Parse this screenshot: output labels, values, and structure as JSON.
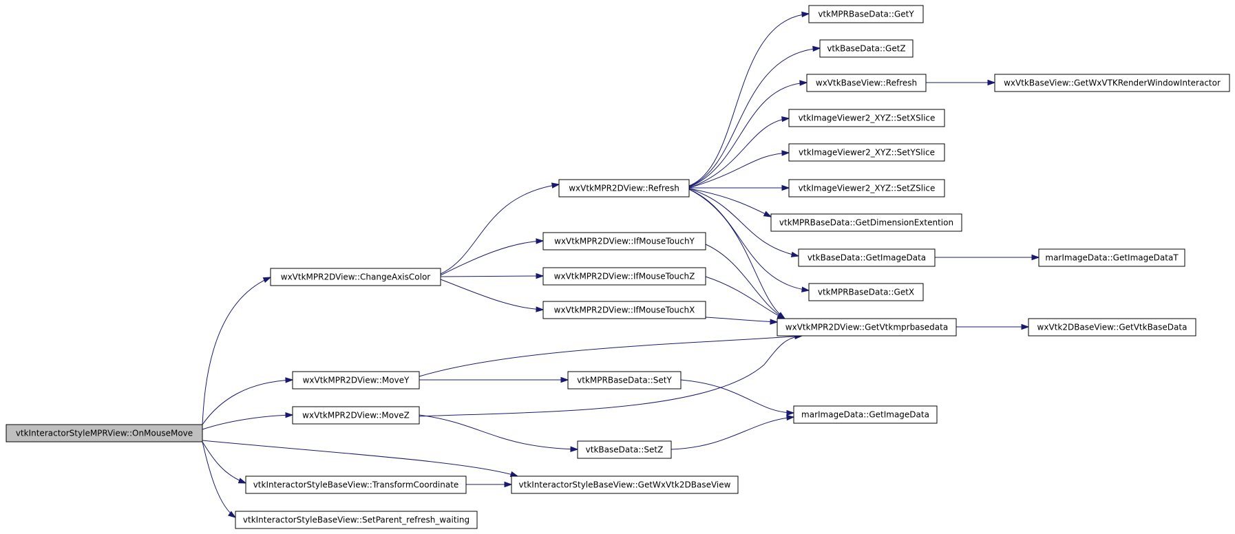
{
  "graph": {
    "colors": {
      "edge": "#191970",
      "root_fill": "#bfbfbf",
      "node_fill": "#ffffff",
      "node_stroke": "#000000"
    },
    "nodes": [
      {
        "id": "n0",
        "label": "vtkInteractorStyleMPRView::OnMouseMove",
        "root": true
      },
      {
        "id": "n1",
        "label": "wxVtkMPR2DView::ChangeAxisColor"
      },
      {
        "id": "n2",
        "label": "wxVtkMPR2DView::MoveY"
      },
      {
        "id": "n3",
        "label": "wxVtkMPR2DView::MoveZ"
      },
      {
        "id": "n4",
        "label": "vtkInteractorStyleBaseView::TransformCoordinate"
      },
      {
        "id": "n5",
        "label": "vtkInteractorStyleBaseView::SetParent_refresh_waiting"
      },
      {
        "id": "n6",
        "label": "wxVtkMPR2DView::Refresh"
      },
      {
        "id": "n7",
        "label": "wxVtkMPR2DView::IfMouseTouchY"
      },
      {
        "id": "n8",
        "label": "wxVtkMPR2DView::IfMouseTouchZ"
      },
      {
        "id": "n9",
        "label": "wxVtkMPR2DView::IfMouseTouchX"
      },
      {
        "id": "n10",
        "label": "vtkMPRBaseData::SetY"
      },
      {
        "id": "n11",
        "label": "vtkBaseData::SetZ"
      },
      {
        "id": "n12",
        "label": "vtkInteractorStyleBaseView::GetWxVtk2DBaseView"
      },
      {
        "id": "n13",
        "label": "vtkMPRBaseData::GetY"
      },
      {
        "id": "n14",
        "label": "vtkBaseData::GetZ"
      },
      {
        "id": "n15",
        "label": "wxVtkBaseView::Refresh"
      },
      {
        "id": "n16",
        "label": "vtkImageViewer2_XYZ::SetXSlice"
      },
      {
        "id": "n17",
        "label": "vtkImageViewer2_XYZ::SetYSlice"
      },
      {
        "id": "n18",
        "label": "vtkImageViewer2_XYZ::SetZSlice"
      },
      {
        "id": "n19",
        "label": "vtkMPRBaseData::GetDimensionExtention"
      },
      {
        "id": "n20",
        "label": "vtkBaseData::GetImageData"
      },
      {
        "id": "n21",
        "label": "vtkMPRBaseData::GetX"
      },
      {
        "id": "n22",
        "label": "wxVtkMPR2DView::GetVtkmprbasedata"
      },
      {
        "id": "n23",
        "label": "marImageData::GetImageData"
      },
      {
        "id": "n24",
        "label": "wxVtkBaseView::GetWxVTKRenderWindowInteractor"
      },
      {
        "id": "n25",
        "label": "marImageData::GetImageDataT"
      },
      {
        "id": "n26",
        "label": "wxVtk2DBaseView::GetVtkBaseData"
      }
    ],
    "edges": [
      {
        "from": "n0",
        "to": "n1"
      },
      {
        "from": "n0",
        "to": "n2"
      },
      {
        "from": "n0",
        "to": "n3"
      },
      {
        "from": "n0",
        "to": "n4"
      },
      {
        "from": "n0",
        "to": "n5"
      },
      {
        "from": "n0",
        "to": "n12"
      },
      {
        "from": "n1",
        "to": "n6"
      },
      {
        "from": "n1",
        "to": "n7"
      },
      {
        "from": "n1",
        "to": "n8"
      },
      {
        "from": "n1",
        "to": "n9"
      },
      {
        "from": "n2",
        "to": "n10"
      },
      {
        "from": "n2",
        "to": "n22"
      },
      {
        "from": "n3",
        "to": "n11"
      },
      {
        "from": "n3",
        "to": "n22"
      },
      {
        "from": "n4",
        "to": "n12"
      },
      {
        "from": "n6",
        "to": "n13"
      },
      {
        "from": "n6",
        "to": "n14"
      },
      {
        "from": "n6",
        "to": "n15"
      },
      {
        "from": "n6",
        "to": "n16"
      },
      {
        "from": "n6",
        "to": "n17"
      },
      {
        "from": "n6",
        "to": "n18"
      },
      {
        "from": "n6",
        "to": "n19"
      },
      {
        "from": "n6",
        "to": "n20"
      },
      {
        "from": "n6",
        "to": "n21"
      },
      {
        "from": "n6",
        "to": "n22"
      },
      {
        "from": "n7",
        "to": "n22"
      },
      {
        "from": "n8",
        "to": "n22"
      },
      {
        "from": "n9",
        "to": "n22"
      },
      {
        "from": "n10",
        "to": "n23"
      },
      {
        "from": "n11",
        "to": "n23"
      },
      {
        "from": "n15",
        "to": "n24"
      },
      {
        "from": "n20",
        "to": "n25"
      },
      {
        "from": "n22",
        "to": "n26"
      }
    ]
  }
}
